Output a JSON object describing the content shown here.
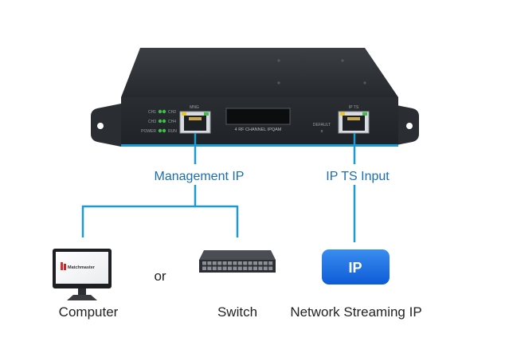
{
  "device": {
    "panel_label": "4 RF CHANNEL IPQAM",
    "mgmt_port_label": "MNG",
    "ts_port_label": "IP TS",
    "default_label": "DEFAULT",
    "default_sub": "o",
    "leds": [
      {
        "label": "CH1"
      },
      {
        "label": "CH2"
      },
      {
        "label": "CH3"
      },
      {
        "label": "CH4"
      },
      {
        "label": "POWER"
      },
      {
        "label": "RUN"
      }
    ]
  },
  "labels": {
    "management_ip": "Management IP",
    "ip_ts_input": "IP TS Input",
    "or": "or",
    "computer": "Computer",
    "switch": "Switch",
    "network_streaming_ip": "Network Streaming IP",
    "ip_badge": "IP",
    "monitor_brand": "Matchmaster"
  },
  "colors": {
    "line": "#1b9bd1",
    "label_blue": "#1a6fb0",
    "device_body": "#2c2f33",
    "ip_badge_top": "#3a8df0",
    "ip_badge_bottom": "#0d5bd6"
  }
}
